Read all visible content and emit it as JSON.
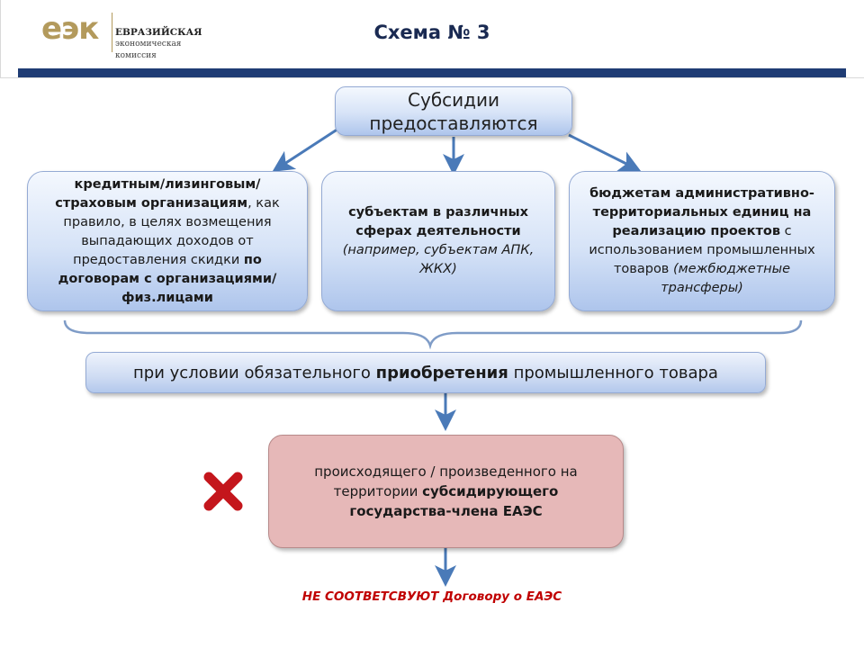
{
  "logo": {
    "mark": "еэк",
    "line1": "ЕВРАЗИЙСКАЯ",
    "line2": "экономическая",
    "line3": "комиссия"
  },
  "title": "Схема № 3",
  "top_box": {
    "line1": "Субсидии",
    "line2": "предоставляются"
  },
  "left_box": {
    "p1": "кредитным/лизинговым/ страховым организациям",
    "p2": ", как правило, в целях возмещения выпадающих доходов от предоставления скидки ",
    "p3": "по договорам с организациями/физ.лицами"
  },
  "mid_box": {
    "p1": "субъектам в различных сферах деятельности",
    "p2": "(например, субъектам АПК, ЖКХ)"
  },
  "right_box": {
    "p1": "бюджетам административно-территориальных единиц на реализацию проектов",
    "p2": " с использованием промышленных товаров ",
    "p3": "(межбюджетные трансферы)"
  },
  "condition_box": {
    "p1": "при условии обязательного ",
    "p2": "приобретения",
    "p3": " промышленного товара"
  },
  "pink_box": {
    "p1": "происходящего / произведенного на территории ",
    "p2": "субсидирующего государства-члена ЕАЭС"
  },
  "footer": "НЕ СООТВЕТСВУЮТ Договору о ЕАЭС",
  "colors": {
    "arrow": "#4a7ab8",
    "brace": "#7f9cc7",
    "cross": "#c4161c",
    "footer_text": "#c00000",
    "header_bar": "#1f3c74",
    "logo": "#b39a5c"
  }
}
